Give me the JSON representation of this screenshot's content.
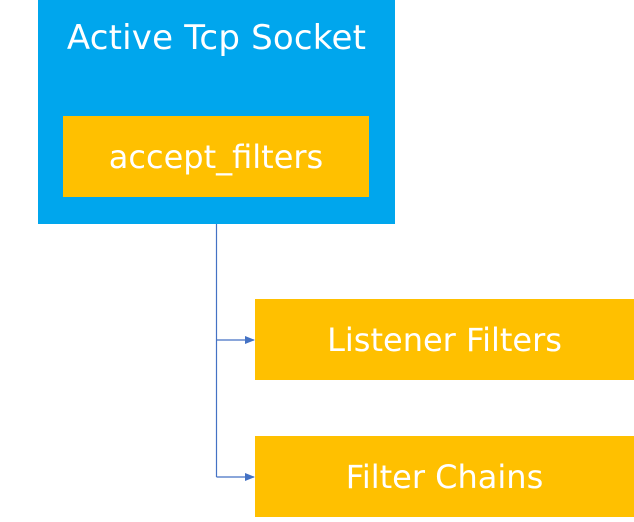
{
  "diagram": {
    "socket": {
      "title": "Active Tcp Socket",
      "inner_label": "accept_filters",
      "color": "#00a6ed"
    },
    "children": [
      {
        "label": "Listener Filters",
        "color": "#ffc000"
      },
      {
        "label": "Filter Chains",
        "color": "#ffc000"
      }
    ],
    "connector_color": "#4472c4"
  }
}
